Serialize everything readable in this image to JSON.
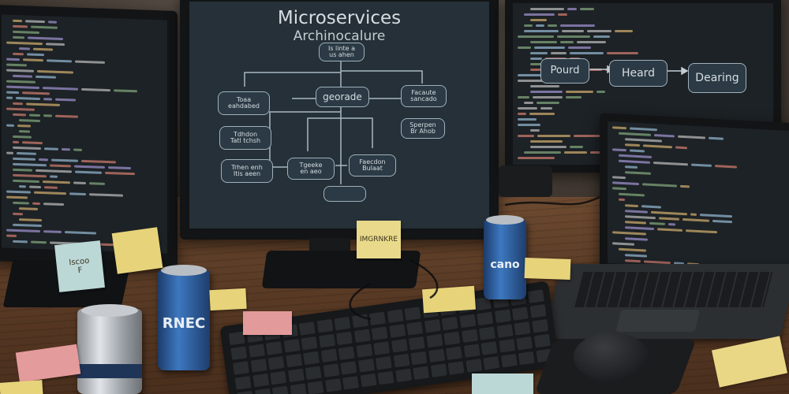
{
  "main_monitor": {
    "title": "Microservices",
    "subtitle": "Archinocalure",
    "nodes": [
      {
        "id": "top",
        "label": "Is linte a\nus ahen"
      },
      {
        "id": "center",
        "label": "georade"
      },
      {
        "id": "left1",
        "label": "Toaa\neahdabed"
      },
      {
        "id": "right1",
        "label": "Facaute\nsancado"
      },
      {
        "id": "left2",
        "label": "Tdhdon\nTatl tchsh"
      },
      {
        "id": "right2",
        "label": "Sperpen\nBr Ahob"
      },
      {
        "id": "left3",
        "label": "Trhen enh\nItis aeen"
      },
      {
        "id": "mid3",
        "label": "Tgeeke\nen aeo"
      },
      {
        "id": "right3",
        "label": "Faecdon\nBulaat"
      },
      {
        "id": "bottom",
        "label": ""
      }
    ]
  },
  "right_monitor": {
    "flow": [
      "Pourd",
      "Heard",
      "Dearing"
    ]
  },
  "sticky_notes": [
    {
      "id": "note-left-blue",
      "text": "Iscoo\nF"
    },
    {
      "id": "note-left-yellow",
      "text": ""
    },
    {
      "id": "note-center-yellow",
      "text": "IMGRNKRE"
    },
    {
      "id": "note-mid-yellow",
      "text": ""
    },
    {
      "id": "note-pink",
      "text": ""
    },
    {
      "id": "note-small-yellow",
      "text": ""
    },
    {
      "id": "note-right-yellow",
      "text": ""
    },
    {
      "id": "note-right-bottom",
      "text": ""
    },
    {
      "id": "note-bottom-left-pink",
      "text": ""
    },
    {
      "id": "note-bottom-blue",
      "text": ""
    },
    {
      "id": "note-bottom-left-yellow",
      "text": ""
    }
  ],
  "cans": [
    {
      "id": "can-blue-left",
      "label": "RNEC"
    },
    {
      "id": "can-blue-right",
      "label": "cano"
    },
    {
      "id": "can-silver",
      "label": ""
    }
  ],
  "colors": {
    "screen_bg": "#1d2226",
    "node_fill": "#2b3a44",
    "node_border": "#9fb1bd",
    "sticky_yellow": "#e7d47a",
    "sticky_pink": "#e39a9a",
    "sticky_blue": "#bcd8d6",
    "can_blue": "#2e5fa0",
    "desk_wood": "#5b3c26"
  }
}
